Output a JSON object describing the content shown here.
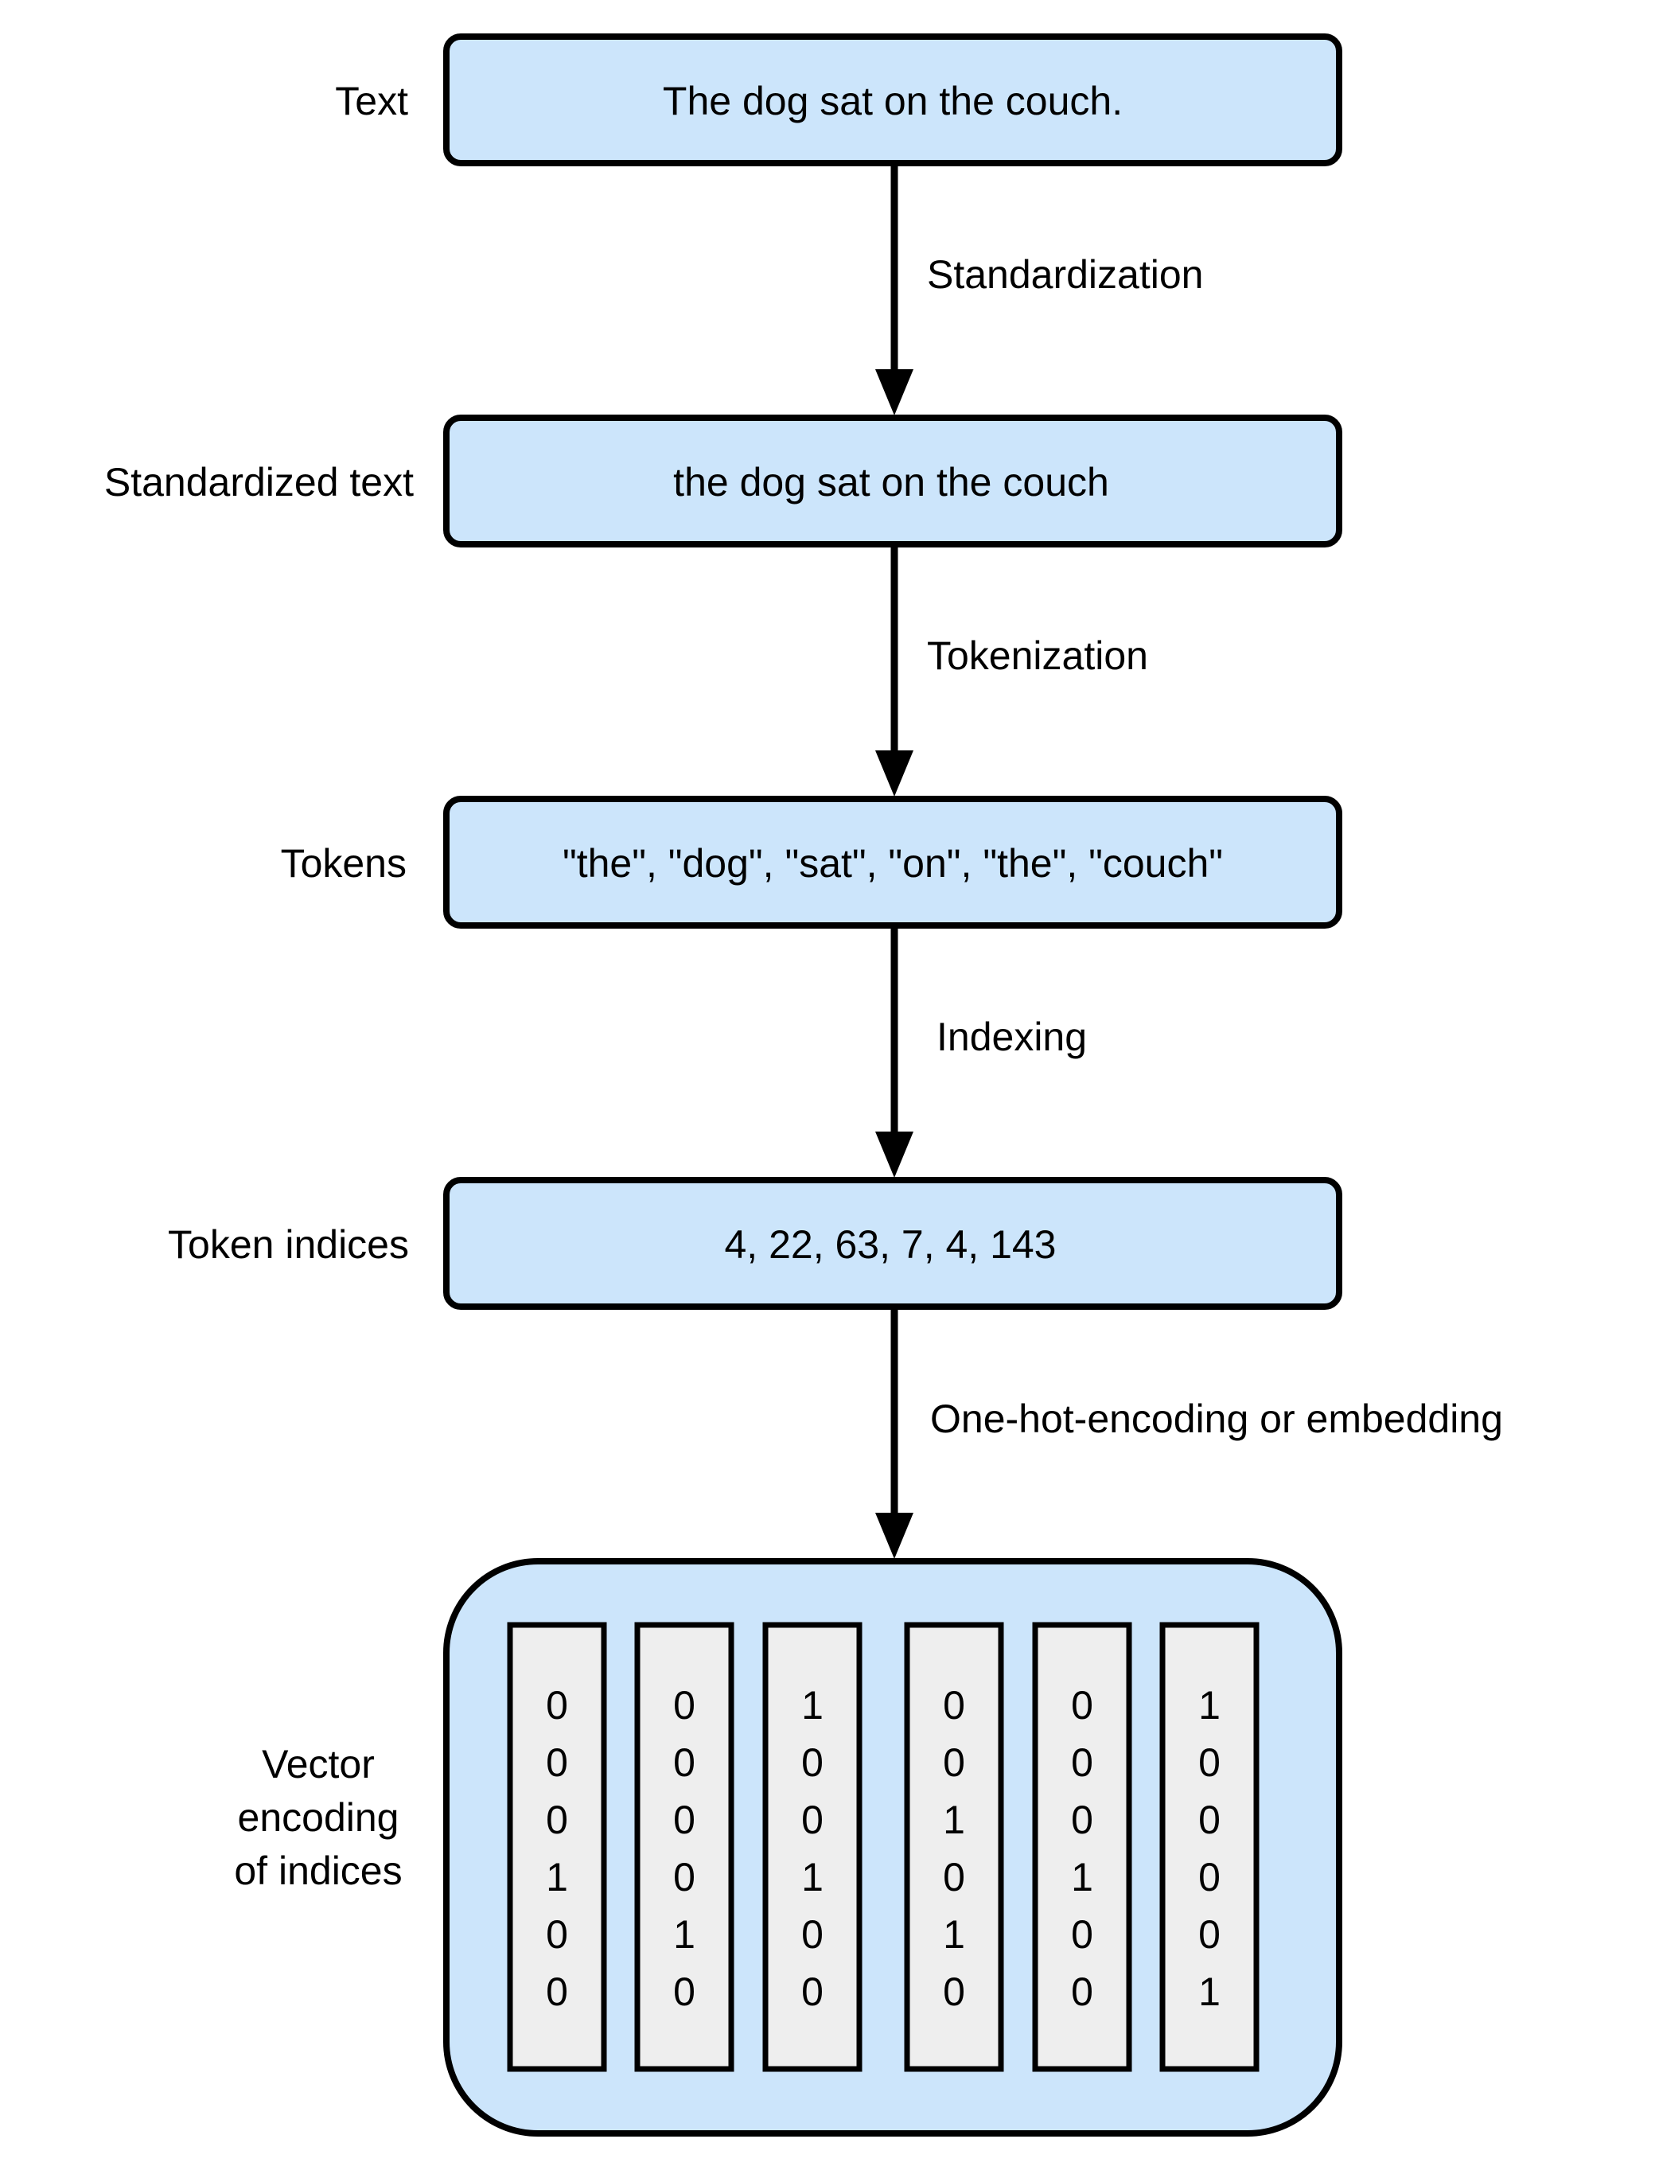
{
  "colors": {
    "box_fill": "#cce5fb",
    "vector_fill": "#eeeeee",
    "stroke": "#000000"
  },
  "stages": [
    {
      "label": "Text",
      "content": "The dog sat on the couch."
    },
    {
      "label": "Standardized text",
      "content": "the dog sat on the couch"
    },
    {
      "label": "Tokens",
      "content": "\"the\", \"dog\", \"sat\", \"on\", \"the\", \"couch\""
    },
    {
      "label": "Token indices",
      "content": "4, 22, 63, 7, 4, 143"
    }
  ],
  "steps": [
    "Standardization",
    "Tokenization",
    "Indexing",
    "One-hot-encoding or embedding"
  ],
  "vector_stage": {
    "label_lines": [
      "Vector",
      "encoding",
      "of indices"
    ],
    "vectors": [
      [
        "0",
        "0",
        "0",
        "1",
        "0",
        "0"
      ],
      [
        "0",
        "0",
        "0",
        "0",
        "1",
        "0"
      ],
      [
        "1",
        "0",
        "0",
        "1",
        "0",
        "0"
      ],
      [
        "0",
        "0",
        "1",
        "0",
        "1",
        "0"
      ],
      [
        "0",
        "0",
        "0",
        "1",
        "0",
        "0"
      ],
      [
        "1",
        "0",
        "0",
        "0",
        "0",
        "1"
      ]
    ]
  }
}
